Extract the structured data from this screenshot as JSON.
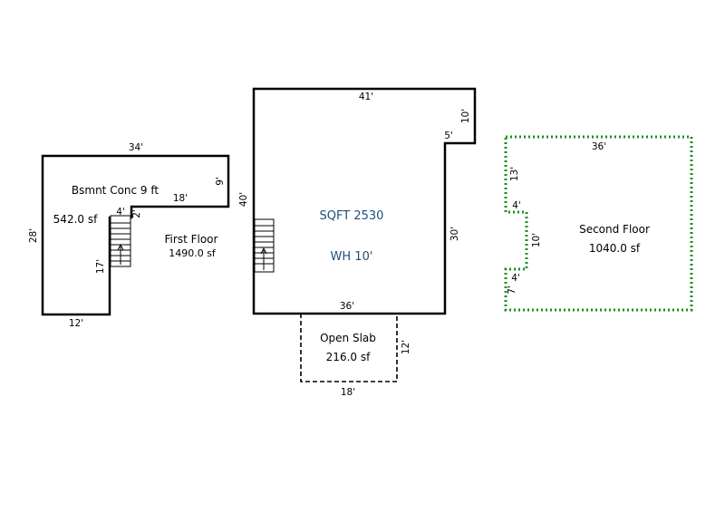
{
  "colors": {
    "blue_label": "#1f4e79",
    "green": "#1a8f1a",
    "wall": "#000000"
  },
  "first_floor": {
    "label": "First Floor",
    "area": "1490.0 sf",
    "dims": {
      "top": "34'",
      "right_notch": "9'",
      "step": "18'",
      "left": "28'",
      "bottom": "12'",
      "inner": "17'",
      "small_top": "4'",
      "small_side": "2'"
    }
  },
  "basement": {
    "label": "Bsmnt Conc 9 ft",
    "area": "542.0 sf"
  },
  "main_building": {
    "sqft": "SQFT 2530",
    "wall_height": "WH 10'",
    "dims": {
      "top": "41'",
      "notch_v": "10'",
      "notch_h": "5'",
      "left": "40'",
      "right": "30'",
      "bottom": "36'"
    }
  },
  "open_slab": {
    "label": "Open Slab",
    "area": "216.0 sf",
    "dims": {
      "right": "12'",
      "bottom": "18'"
    }
  },
  "second_floor": {
    "label": "Second Floor",
    "area": "1040.0 sf",
    "dims": {
      "top": "36'",
      "left_upper": "13'",
      "notch_top": "4'",
      "notch_side": "10'",
      "notch_bottom": "4'",
      "left_lower": "7'"
    }
  }
}
